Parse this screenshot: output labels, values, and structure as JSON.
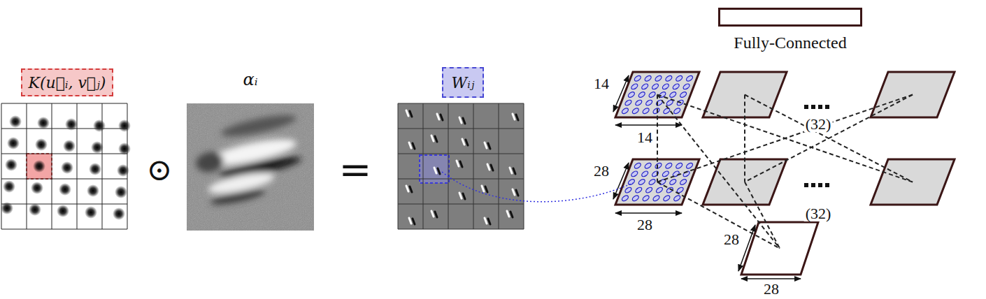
{
  "diagram": {
    "nodes": [
      {
        "text": [
          "K(u⃗ᵢ, v⃗ⱼ)"
        ]
      },
      {
        "text": [
          "Wᵢⱼ"
        ]
      },
      {
        "text": [
          "Fully-Connected"
        ]
      }
    ],
    "labels": [
      "αᵢ",
      "⊙",
      "=",
      "14",
      "14",
      "28",
      "28",
      "(32)",
      "(32)",
      "28",
      "28"
    ]
  }
}
